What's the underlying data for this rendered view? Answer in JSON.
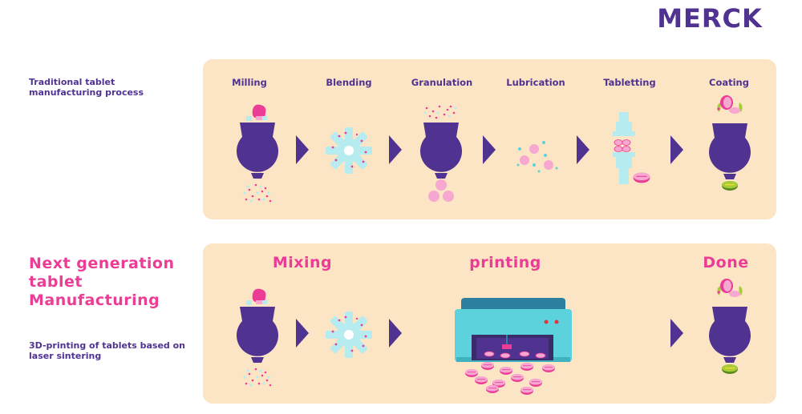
{
  "brand": {
    "name": "MERCK",
    "color": "#503291"
  },
  "colors": {
    "purple": "#503291",
    "pink": "#eb3c96",
    "panel": "#fce5c5",
    "cyan": "#5cd3dc",
    "light_cyan": "#b6ecf0",
    "green": "#a6cc3a"
  },
  "traditional": {
    "label": "Traditional tablet manufacturing process",
    "steps": [
      "Milling",
      "Blending",
      "Granulation",
      "Lubrication",
      "Tabletting",
      "Coating"
    ]
  },
  "next_generation": {
    "title": "Next generation tablet Manufacturing",
    "subtitle": "3D-printing of tablets based on laser sintering",
    "steps": [
      "Mixing",
      "printing",
      "Done"
    ]
  }
}
